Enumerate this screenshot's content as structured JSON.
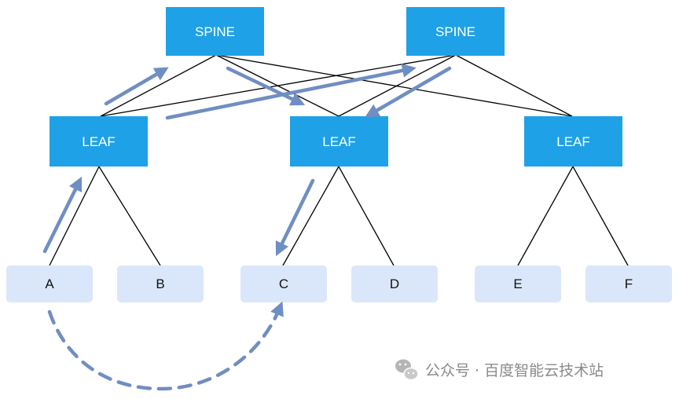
{
  "spines": [
    {
      "id": "spine-1",
      "label": "SPINE"
    },
    {
      "id": "spine-2",
      "label": "SPINE"
    }
  ],
  "leaves": [
    {
      "id": "leaf-1",
      "label": "LEAF"
    },
    {
      "id": "leaf-2",
      "label": "LEAF"
    },
    {
      "id": "leaf-3",
      "label": "LEAF"
    }
  ],
  "hosts": [
    {
      "id": "A",
      "label": "A"
    },
    {
      "id": "B",
      "label": "B"
    },
    {
      "id": "C",
      "label": "C"
    },
    {
      "id": "D",
      "label": "D"
    },
    {
      "id": "E",
      "label": "E"
    },
    {
      "id": "F",
      "label": "F"
    }
  ],
  "links": [
    [
      "spine-1",
      "leaf-1"
    ],
    [
      "spine-1",
      "leaf-2"
    ],
    [
      "spine-1",
      "leaf-3"
    ],
    [
      "spine-2",
      "leaf-1"
    ],
    [
      "spine-2",
      "leaf-2"
    ],
    [
      "spine-2",
      "leaf-3"
    ],
    [
      "leaf-1",
      "A"
    ],
    [
      "leaf-1",
      "B"
    ],
    [
      "leaf-2",
      "C"
    ],
    [
      "leaf-2",
      "D"
    ],
    [
      "leaf-3",
      "E"
    ],
    [
      "leaf-3",
      "F"
    ]
  ],
  "colors": {
    "switch_fill": "#1ea1e6",
    "host_fill": "#dae7fa",
    "link": "#000000",
    "path_arrow": "#6f8ec2",
    "watermark": "#8a8a8a"
  },
  "watermark": {
    "icon": "wechat-icon",
    "text": "公众号 · 百度智能云技术站"
  }
}
